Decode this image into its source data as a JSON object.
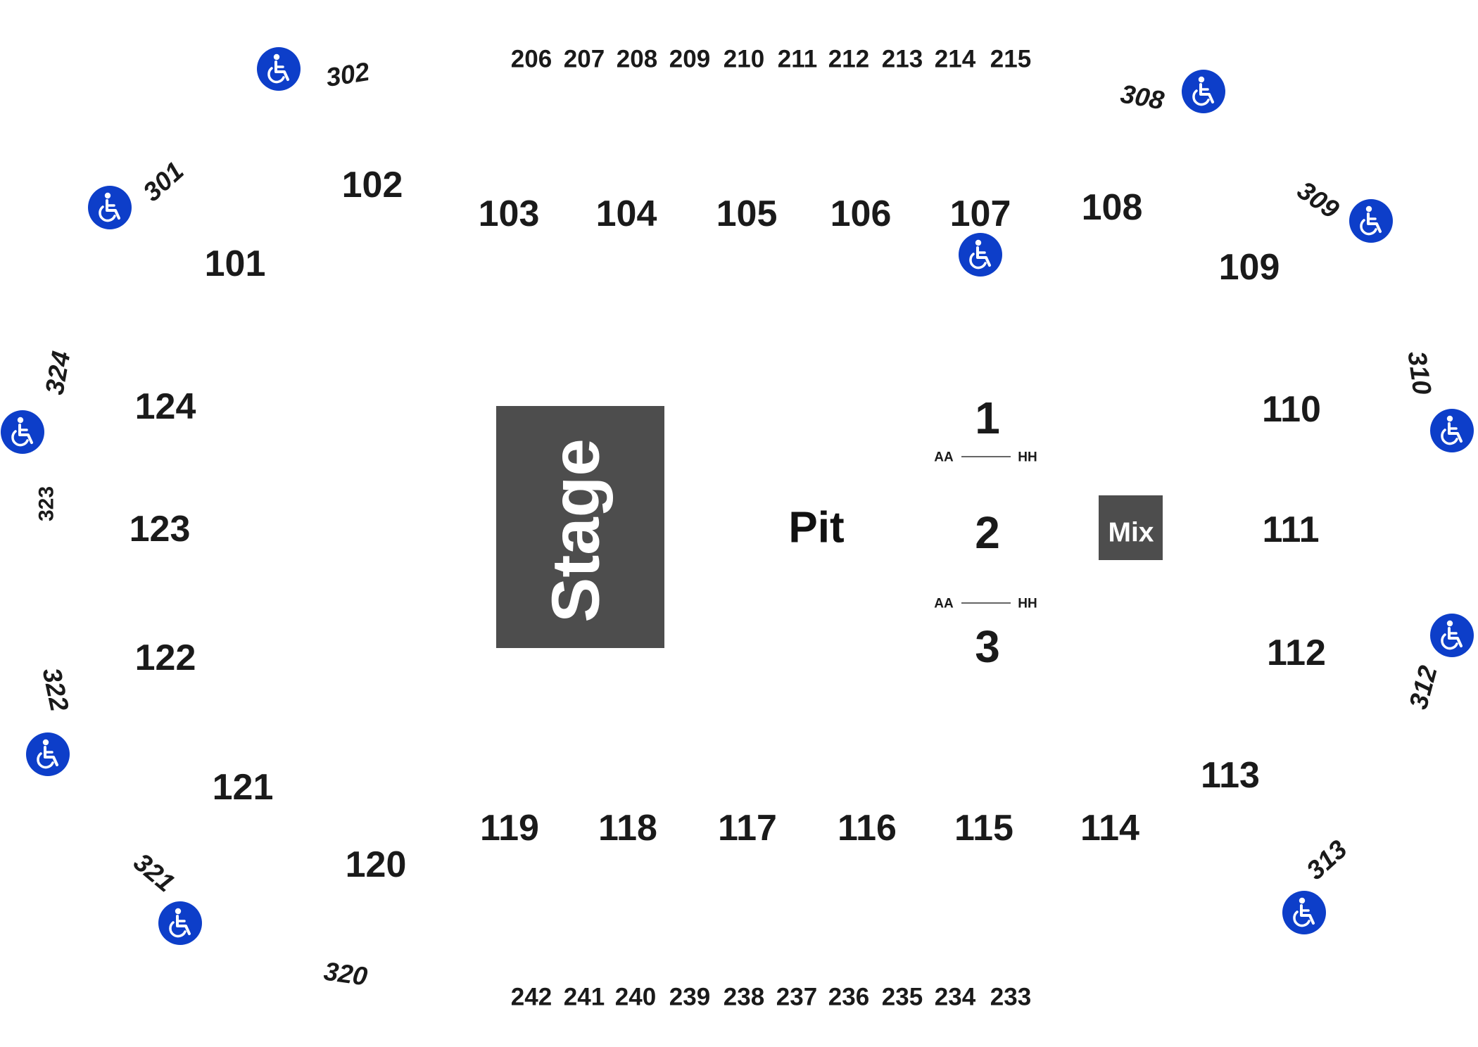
{
  "colors": {
    "background": "#ffffff",
    "text": "#1a1a1a",
    "stage": "#4d4d4d",
    "mix": "#4d4d4d",
    "accessible": "#0d3ec9"
  },
  "accessible_icon": "wheelchair-icon",
  "stage": {
    "label": "Stage"
  },
  "pit": {
    "label": "Pit"
  },
  "mix": {
    "label": "Mix"
  },
  "floor_sections": [
    "1",
    "2",
    "3"
  ],
  "row_ranges": [
    {
      "start": "AA",
      "end": "HH"
    },
    {
      "start": "AA",
      "end": "HH"
    }
  ],
  "lower_bowl": {
    "top": [
      "101",
      "102",
      "103",
      "104",
      "105",
      "106",
      "107",
      "108",
      "109"
    ],
    "right": [
      "110",
      "111",
      "112",
      "113"
    ],
    "bottom": [
      "114",
      "115",
      "116",
      "117",
      "118",
      "119",
      "120",
      "121"
    ],
    "left": [
      "122",
      "123",
      "124"
    ]
  },
  "upper_200": {
    "top": [
      "206",
      "207",
      "208",
      "209",
      "210",
      "211",
      "212",
      "213",
      "214",
      "215"
    ],
    "bottom": [
      "242",
      "241",
      "240",
      "239",
      "238",
      "237",
      "236",
      "235",
      "234",
      "233"
    ]
  },
  "upper_300": [
    "301",
    "302",
    "308",
    "309",
    "310",
    "312",
    "313",
    "320",
    "321",
    "322",
    "323",
    "324"
  ]
}
